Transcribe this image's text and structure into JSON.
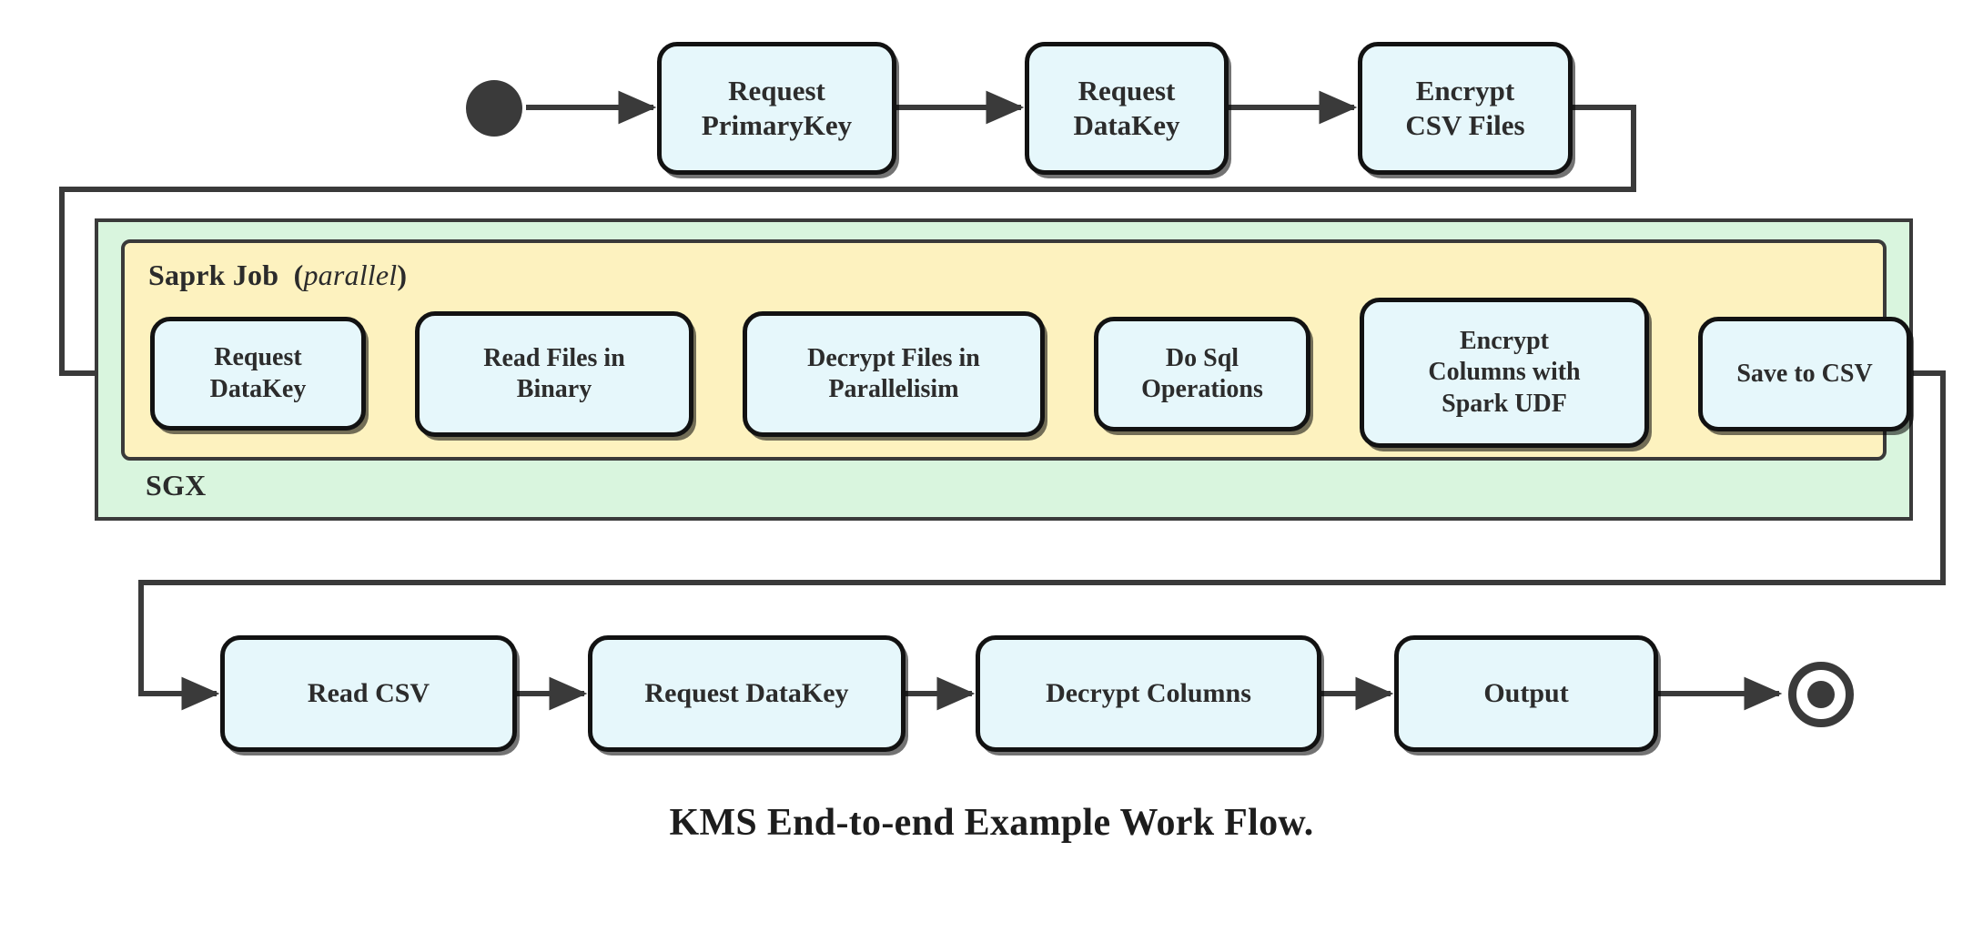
{
  "figure": {
    "caption": "KMS End-to-end Example Work Flow.",
    "type": "activity-flowchart"
  },
  "colors": {
    "node_fill": "#e6f7fb",
    "node_stroke": "#121212",
    "sgx_fill": "#d9f5de",
    "spark_fill": "#fdf2bf",
    "container_stroke": "#3a3a3a",
    "edge": "#3a3a3a",
    "text": "#2c2c2c"
  },
  "containers": {
    "sgx": {
      "label": "SGX"
    },
    "spark": {
      "label_bold": "Saprk Job",
      "label_paren_open": "(",
      "label_italic": "parallel",
      "label_paren_close": ")"
    }
  },
  "terminals": {
    "start": "start-node",
    "end": "end-node"
  },
  "rows": {
    "top": [
      {
        "id": "request-primarykey",
        "lines": [
          "Request",
          "PrimaryKey"
        ]
      },
      {
        "id": "request-datakey-top",
        "lines": [
          "Request",
          "DataKey"
        ]
      },
      {
        "id": "encrypt-csv-files",
        "lines": [
          "Encrypt",
          "CSV Files"
        ]
      }
    ],
    "middle": [
      {
        "id": "request-datakey-spark",
        "lines": [
          "Request",
          "DataKey"
        ]
      },
      {
        "id": "read-files-in-binary",
        "lines": [
          "Read Files in",
          "Binary"
        ]
      },
      {
        "id": "decrypt-files-in-parallelisim",
        "lines": [
          "Decrypt Files in",
          "Parallelisim"
        ]
      },
      {
        "id": "do-sql-operations",
        "lines": [
          "Do Sql",
          "Operations"
        ]
      },
      {
        "id": "encrypt-columns-with-spark-udf",
        "lines": [
          "Encrypt",
          "Columns with",
          "Spark UDF"
        ]
      },
      {
        "id": "save-to-csv",
        "lines": [
          "Save to CSV"
        ]
      }
    ],
    "bottom": [
      {
        "id": "read-csv",
        "lines": [
          "Read CSV"
        ]
      },
      {
        "id": "request-datakey-bottom",
        "lines": [
          "Request DataKey"
        ]
      },
      {
        "id": "decrypt-columns",
        "lines": [
          "Decrypt Columns"
        ]
      },
      {
        "id": "output",
        "lines": [
          "Output"
        ]
      }
    ]
  },
  "flow_sequence": [
    "start-node",
    "Request PrimaryKey",
    "Request DataKey",
    "Encrypt CSV Files",
    "Request DataKey",
    "Read Files in Binary",
    "Decrypt Files in Parallelisim",
    "Do Sql Operations",
    "Encrypt Columns with Spark UDF",
    "Save to CSV",
    "Read CSV",
    "Request DataKey",
    "Decrypt Columns",
    "Output",
    "end-node"
  ]
}
